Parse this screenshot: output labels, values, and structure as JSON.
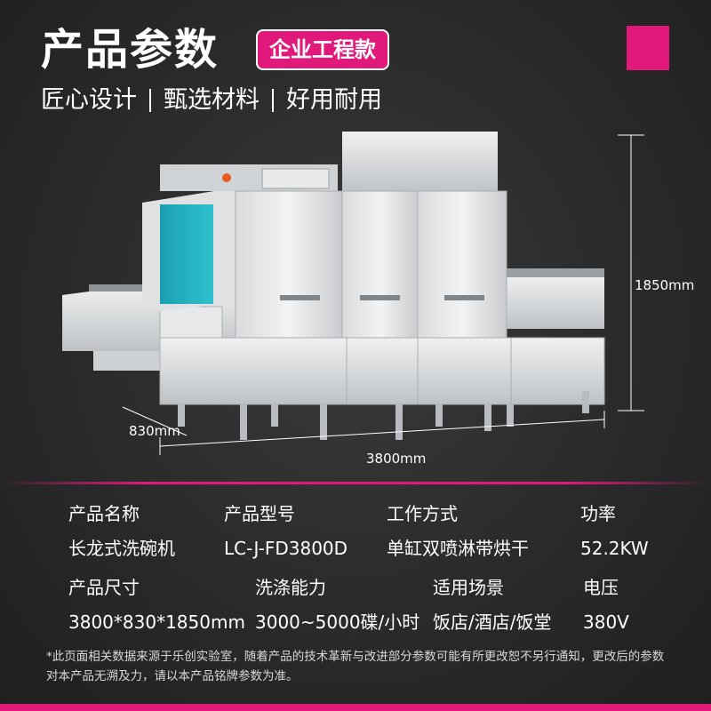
{
  "header": {
    "title": "产品参数",
    "badge": "企业工程款",
    "slogan": [
      "匠心设计",
      "甄选材料",
      "好用耐用"
    ]
  },
  "dimensions": {
    "height": "1850mm",
    "depth": "830mm",
    "width": "3800mm"
  },
  "specs": {
    "row1": [
      {
        "label": "产品名称",
        "value": "长龙式洗碗机"
      },
      {
        "label": "产品型号",
        "value": "LC-J-FD3800D"
      },
      {
        "label": "工作方式",
        "value": "单缸双喷淋带烘干"
      },
      {
        "label": "功率",
        "value": "52.2KW"
      }
    ],
    "row2": [
      {
        "label": "产品尺寸",
        "value": "3800*830*1850mm"
      },
      {
        "label": "洗涤能力",
        "value": "3000~5000碟/小时"
      },
      {
        "label": "适用场景",
        "value": "饭店/酒店/饭堂"
      },
      {
        "label": "电压",
        "value": "380V"
      }
    ]
  },
  "note": "*此页面相关数据来源于乐创实验室，随着产品的技术革新与改进部分参数可能有所更改恕不另行通知，更改后的参数对本产品无溯及力，请以本产品铭牌参数为准。",
  "colors": {
    "accent": "#e0197a",
    "background": "#2a2a2a"
  }
}
